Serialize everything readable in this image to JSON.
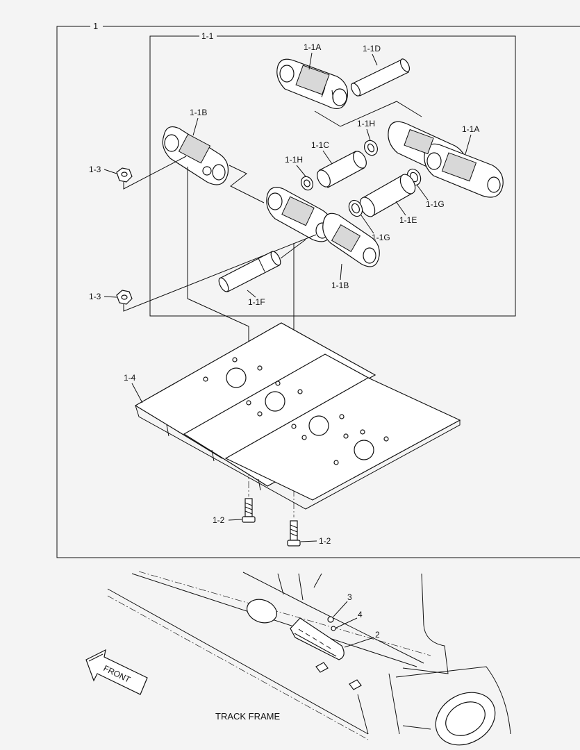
{
  "labels": {
    "assembly": "1",
    "sub_assembly": "1-1",
    "link_a_top": "1-1A",
    "pin_d": "1-1D",
    "link_b_left": "1-1B",
    "link_a_right": "1-1A",
    "seal_h_upper": "1-1H",
    "bushing_c": "1-1C",
    "seal_h_lower": "1-1H",
    "nut_upper": "1-3",
    "seal_g_right": "1-1G",
    "bushing_e": "1-1E",
    "seal_g_center": "1-1G",
    "link_b_lower": "1-1B",
    "nut_lower": "1-3",
    "pin_f": "1-1F",
    "shoe": "1-4",
    "bolt_left": "1-2",
    "bolt_right": "1-2",
    "guard_bolt": "3",
    "guard_washer": "4",
    "guard": "2",
    "front_arrow": "FRONT",
    "track_frame": "TRACK FRAME"
  }
}
